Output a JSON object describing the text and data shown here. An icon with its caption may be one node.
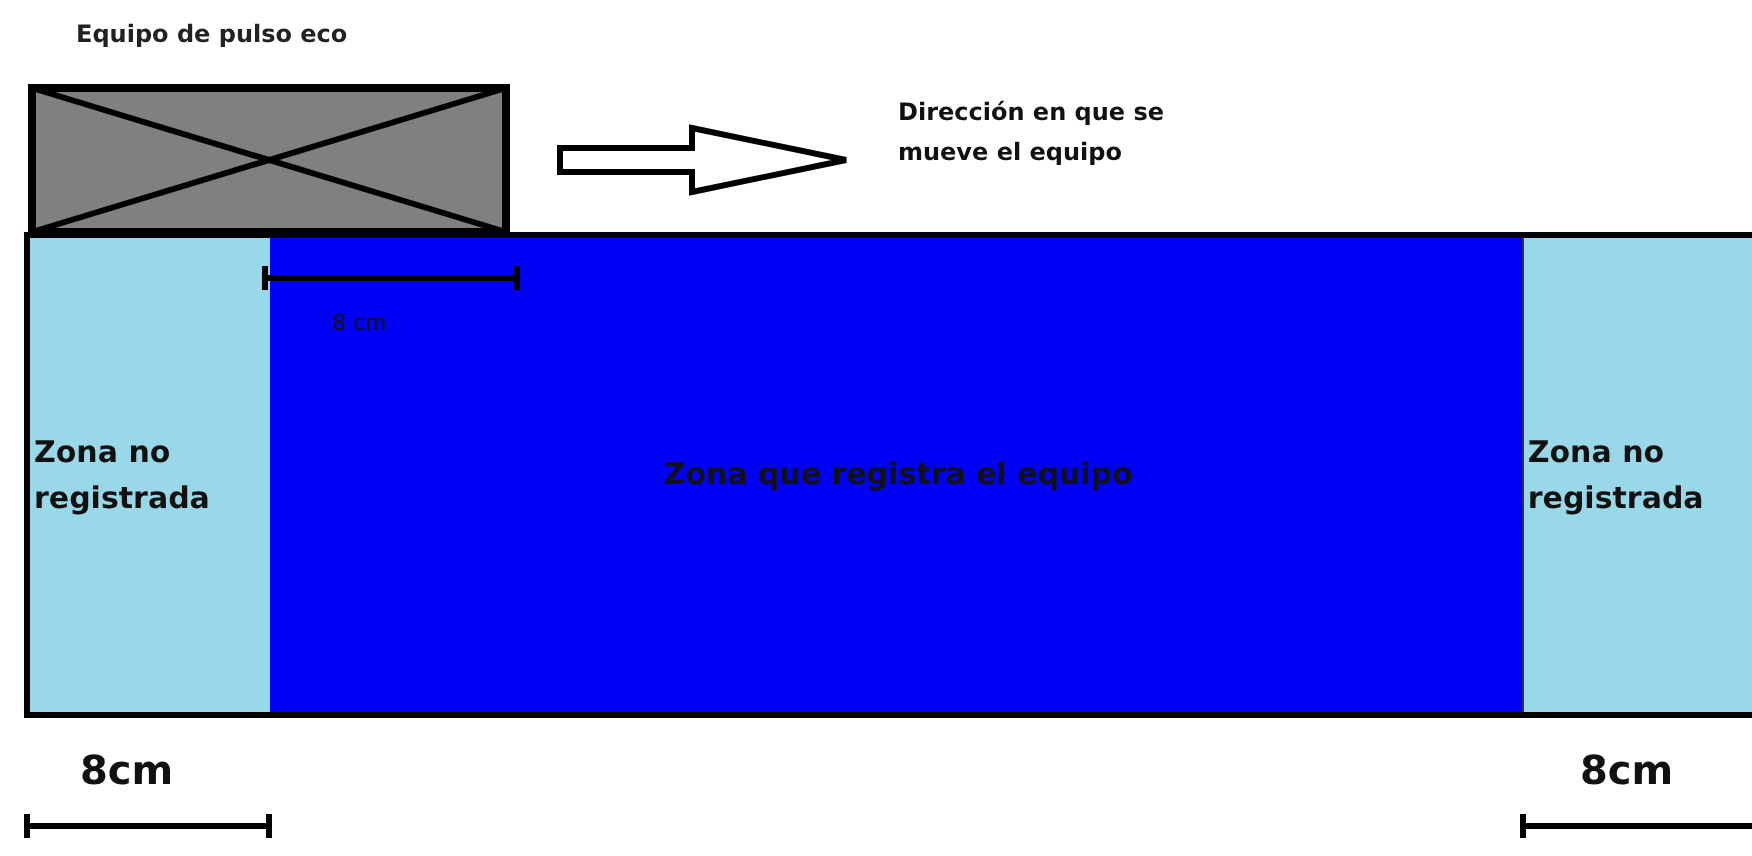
{
  "diagram": {
    "nodes": [
      {
        "text": [
          "Equipo de pulso eco"
        ]
      },
      {
        "text": [
          "Zona no registrada"
        ]
      },
      {
        "text": [
          "Zona que registra el equipo"
        ]
      },
      {
        "text": [
          "Zona no registrada"
        ]
      }
    ],
    "labels": [
      "Dirección en que se mueve el equipo",
      "8 cm",
      "8cm",
      "8cm"
    ]
  }
}
